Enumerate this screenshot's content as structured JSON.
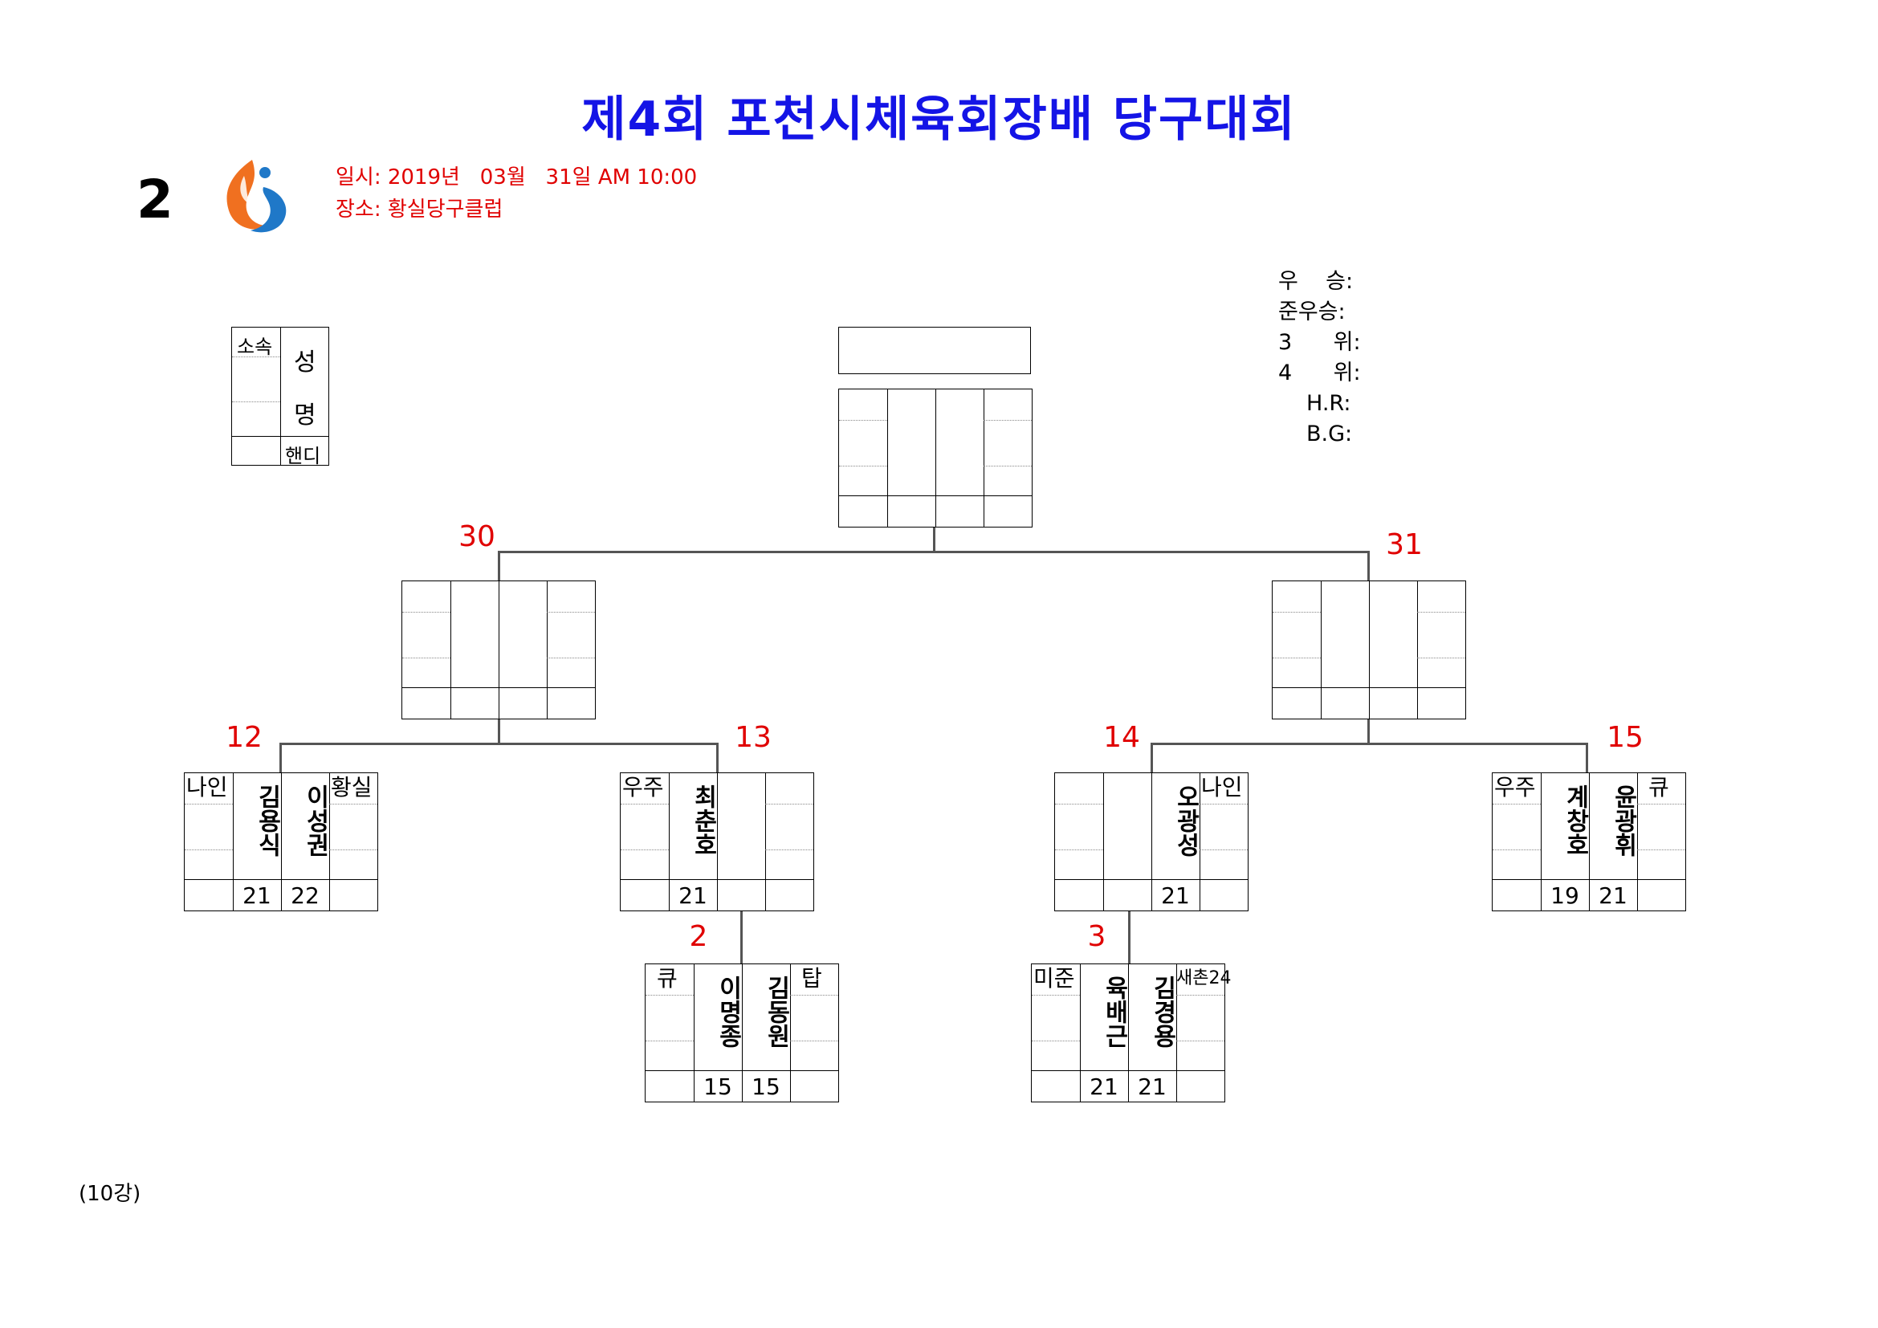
{
  "title": "제4회 포천시체육회장배 당구대회",
  "group_number": "2",
  "info": {
    "date_line": "일시: 2019년   03월   31일 AM 10:00",
    "place_line": "장소: 황실당구클럽"
  },
  "results": {
    "winner": "우    승:",
    "runner_up": "준우승:",
    "third": "3      위:",
    "fourth": "4      위:",
    "hr": "H.R:",
    "bg": "B.G:"
  },
  "legend": {
    "affiliation": "소속",
    "name_top": "성",
    "name_bottom": "명",
    "handicap": "핸디"
  },
  "round_label": "(10강)",
  "match_numbers": {
    "m30": "30",
    "m31": "31",
    "m12": "12",
    "m13": "13",
    "m14": "14",
    "m15": "15",
    "m2": "2",
    "m3": "3"
  },
  "matches": {
    "m12": {
      "left_aff": "나인",
      "right_aff": "황실",
      "p1": "김용식",
      "p2": "이성권",
      "s1": "21",
      "s2": "22"
    },
    "m13": {
      "left_aff": "우주",
      "p1": "최춘호",
      "s1": "21"
    },
    "m14": {
      "right_aff": "나인",
      "p2": "오광성",
      "s2": "21"
    },
    "m15": {
      "left_aff": "우주",
      "right_aff": "큐",
      "p1": "계창호",
      "p2": "윤광휘",
      "s1": "19",
      "s2": "21"
    },
    "m2": {
      "left_aff": "큐",
      "right_aff": "탑",
      "p1": "이명종",
      "p2": "김동원",
      "s1": "15",
      "s2": "15"
    },
    "m3": {
      "left_aff": "미준",
      "right_aff": "새촌24",
      "p1": "육배근",
      "p2": "김경용",
      "s1": "21",
      "s2": "21"
    }
  },
  "colors": {
    "title": "#1414e6",
    "accent_red": "#e00000",
    "logo_orange": "#f07020",
    "logo_blue": "#1f78c8"
  }
}
